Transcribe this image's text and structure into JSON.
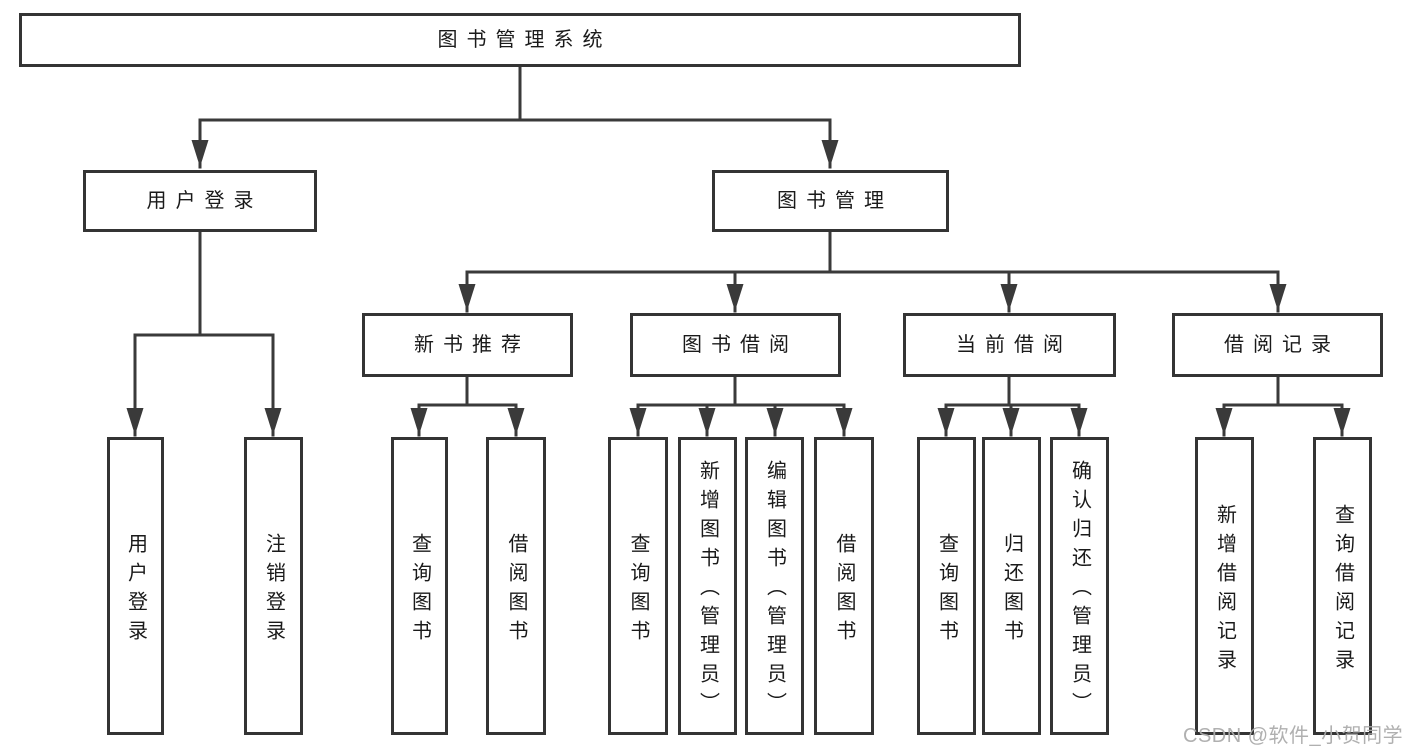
{
  "colors": {
    "line": "#3a3a3a",
    "box_border": "#343434",
    "text": "#1a1a1a",
    "background": "#ffffff",
    "watermark": "#acacac"
  },
  "tree": {
    "root": {
      "label": "图书管理系统"
    },
    "branches": [
      {
        "label": "用户登录",
        "leaves": [
          {
            "label": "用户登录"
          },
          {
            "label": "注销登录"
          }
        ]
      },
      {
        "label": "图书管理",
        "groups": [
          {
            "label": "新书推荐",
            "leaves": [
              {
                "label": "查询图书"
              },
              {
                "label": "借阅图书"
              }
            ]
          },
          {
            "label": "图书借阅",
            "leaves": [
              {
                "label": "查询图书"
              },
              {
                "label": "新增图书（管理员）"
              },
              {
                "label": "编辑图书（管理员）"
              },
              {
                "label": "借阅图书"
              }
            ]
          },
          {
            "label": "当前借阅",
            "leaves": [
              {
                "label": "查询图书"
              },
              {
                "label": "归还图书"
              },
              {
                "label": "确认归还（管理员）"
              }
            ]
          },
          {
            "label": "借阅记录",
            "leaves": [
              {
                "label": "新增借阅记录"
              },
              {
                "label": "查询借阅记录"
              }
            ]
          }
        ]
      }
    ]
  },
  "watermark": {
    "text": "CSDN @软件_小贺同学"
  }
}
